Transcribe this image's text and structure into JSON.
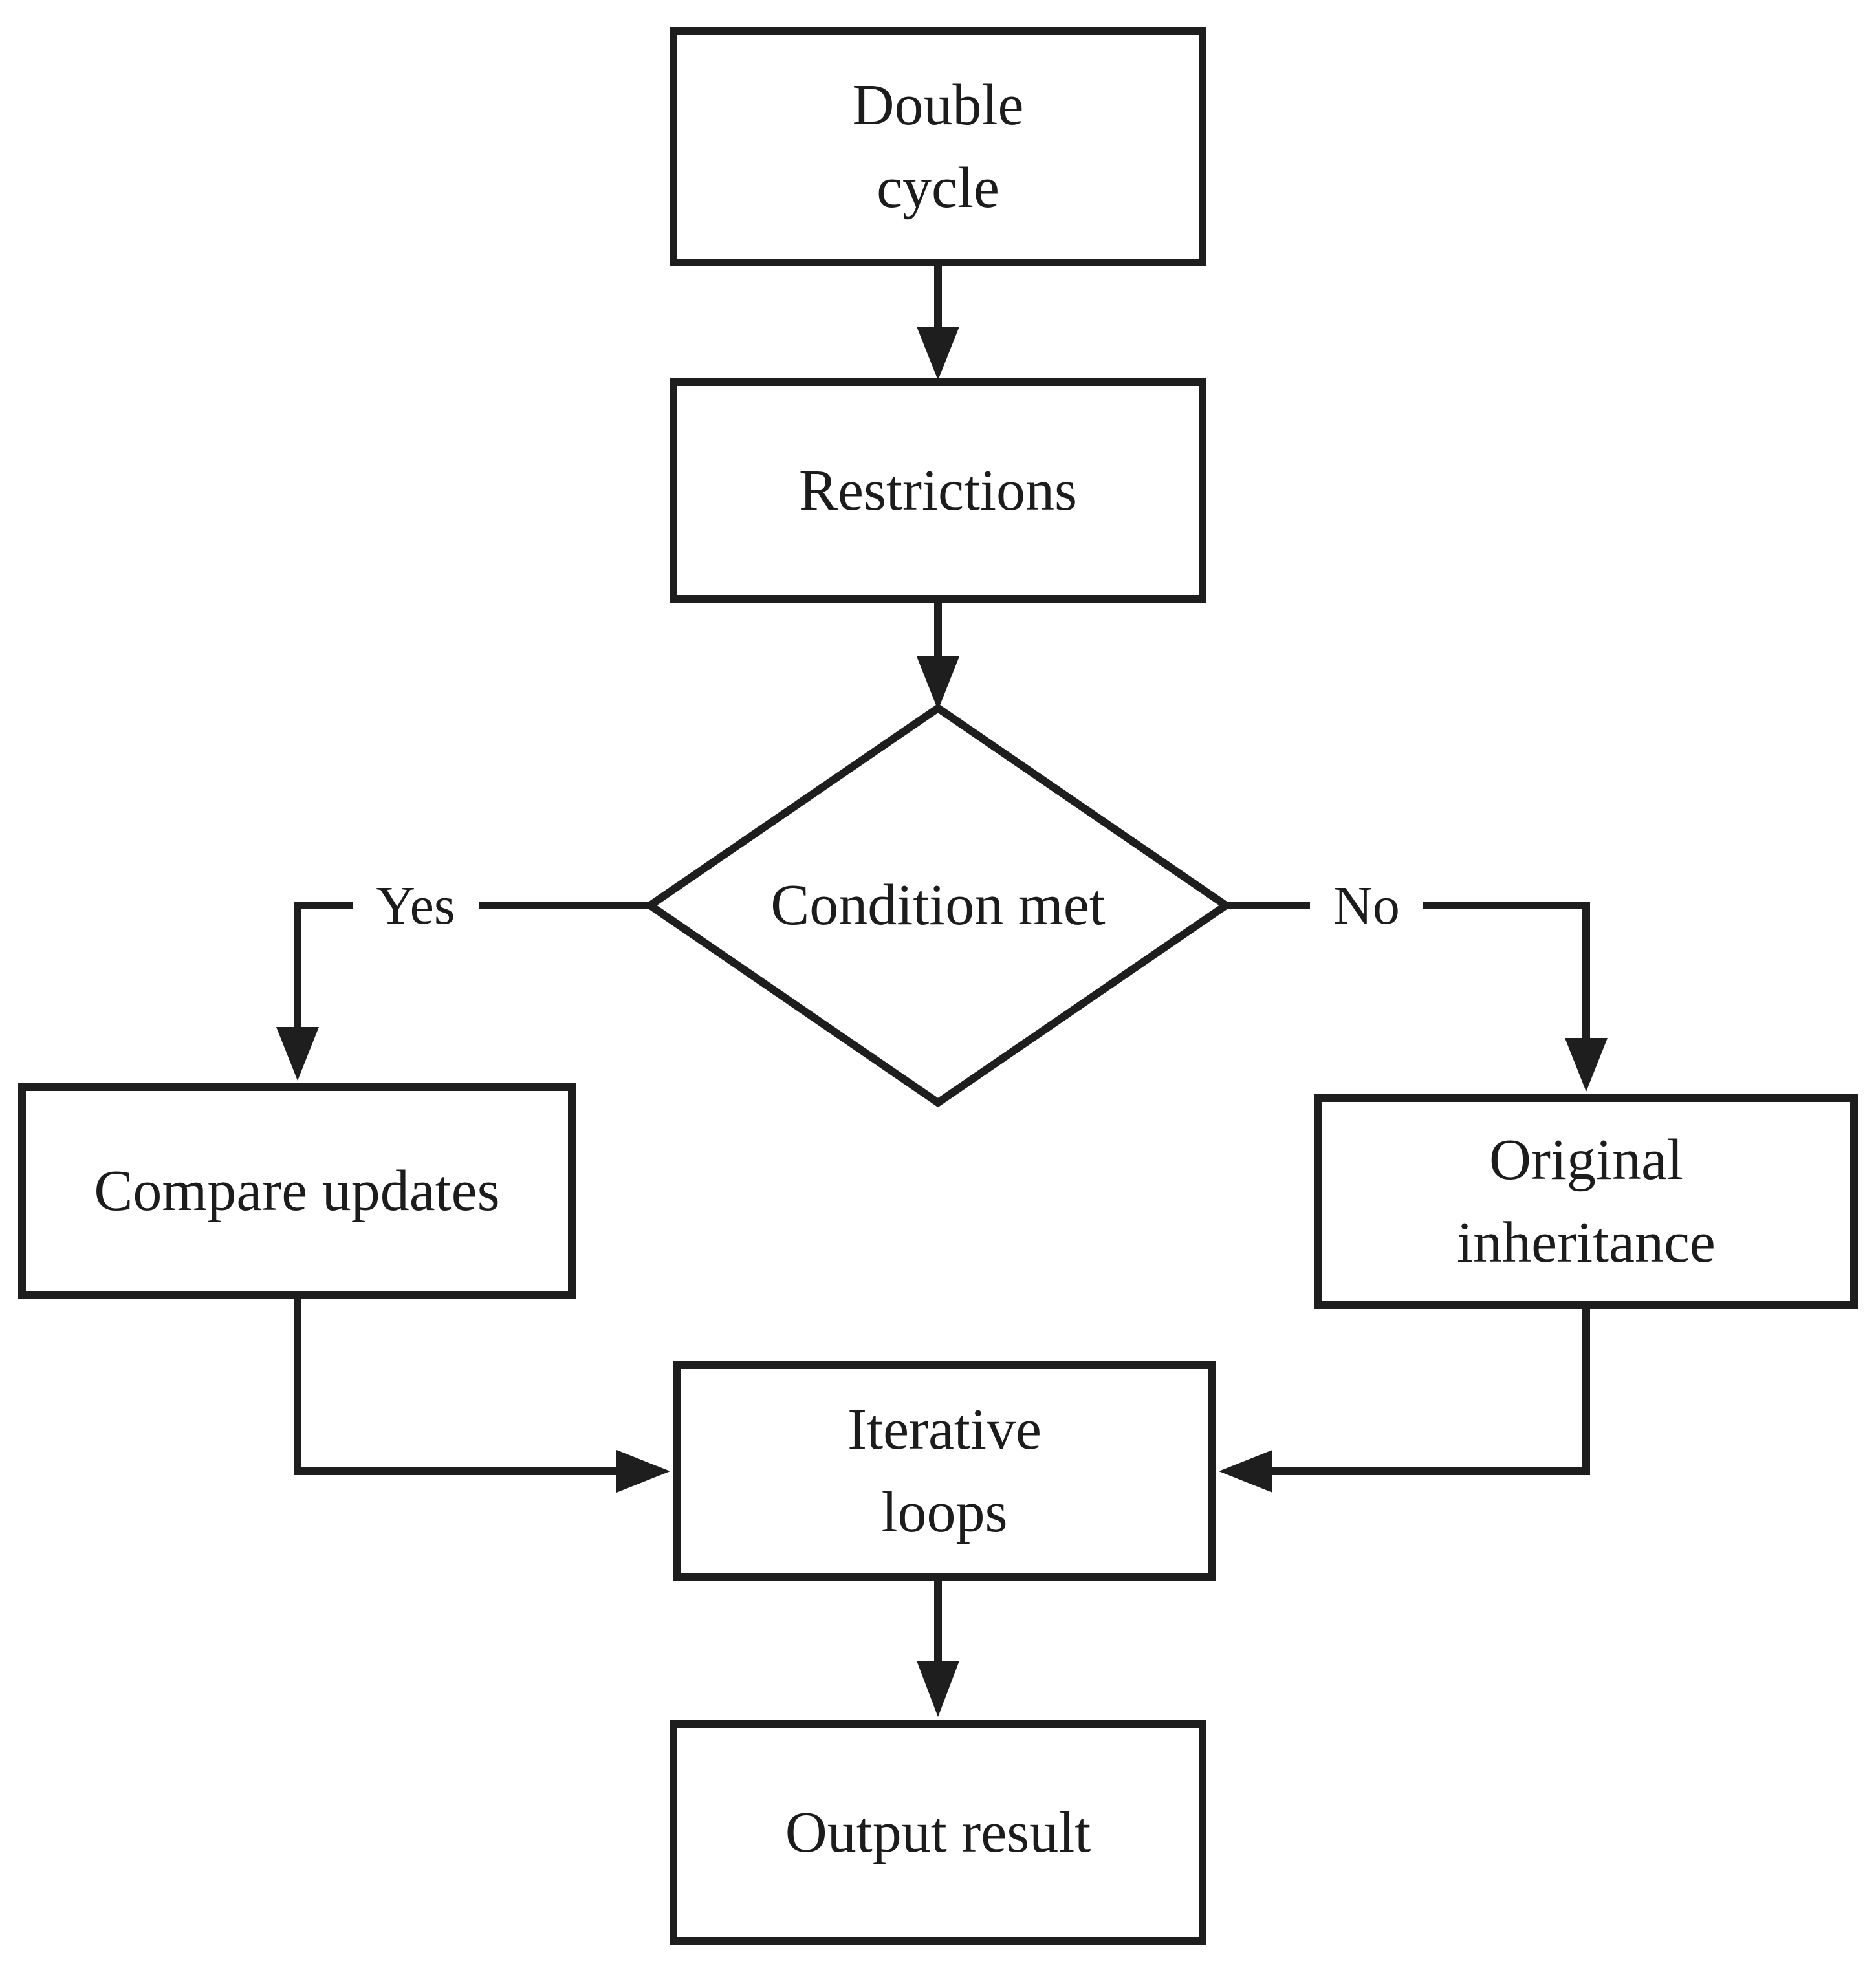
{
  "diagram": {
    "nodes": {
      "double_cycle": {
        "label": "Double\ncycle"
      },
      "restrictions": {
        "label": "Restrictions"
      },
      "condition_met": {
        "label": "Condition met"
      },
      "compare_updates": {
        "label": "Compare updates"
      },
      "original_inheritance": {
        "label": "Original\ninheritance"
      },
      "iterative_loops": {
        "label": "Iterative\nloops"
      },
      "output_result": {
        "label": "Output result"
      }
    },
    "edge_labels": {
      "yes": "Yes",
      "no": "No"
    },
    "colors": {
      "line": "#1e1e1e",
      "text": "#1c1c1c",
      "node_fill": "#ffffff",
      "background": "#ffffff"
    }
  }
}
